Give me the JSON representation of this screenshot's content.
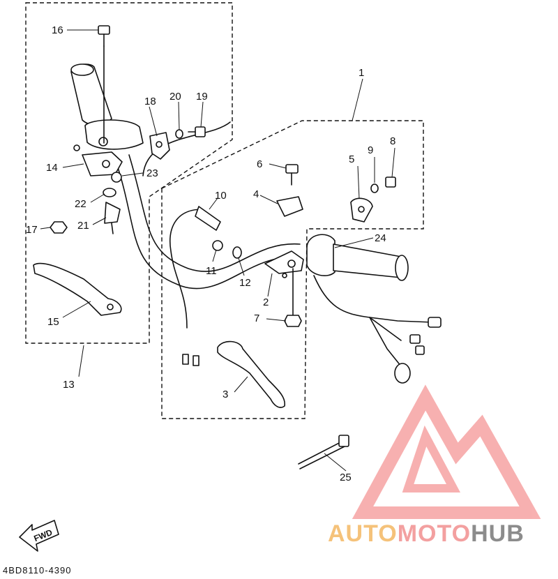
{
  "diagram": {
    "code": "4BD8110-4390",
    "direction_label": "FWD",
    "callouts": {
      "c1": "1",
      "c2": "2",
      "c3": "3",
      "c4": "4",
      "c5": "5",
      "c6": "6",
      "c7": "7",
      "c8": "8",
      "c9": "9",
      "c10": "10",
      "c11": "11",
      "c12": "12",
      "c13": "13",
      "c14": "14",
      "c15": "15",
      "c16": "16",
      "c17": "17",
      "c18": "18",
      "c19": "19",
      "c20": "20",
      "c21": "21",
      "c22": "22",
      "c23": "23",
      "c24": "24",
      "c25": "25"
    }
  },
  "watermark": {
    "part1": "AUTO",
    "part2": "MOTO",
    "part3": "HUB",
    "colors": {
      "part1": "#f5c27a",
      "part2": "#f3a0a0",
      "part3": "#8c8c8c",
      "logo": "#f7a8a8"
    }
  }
}
